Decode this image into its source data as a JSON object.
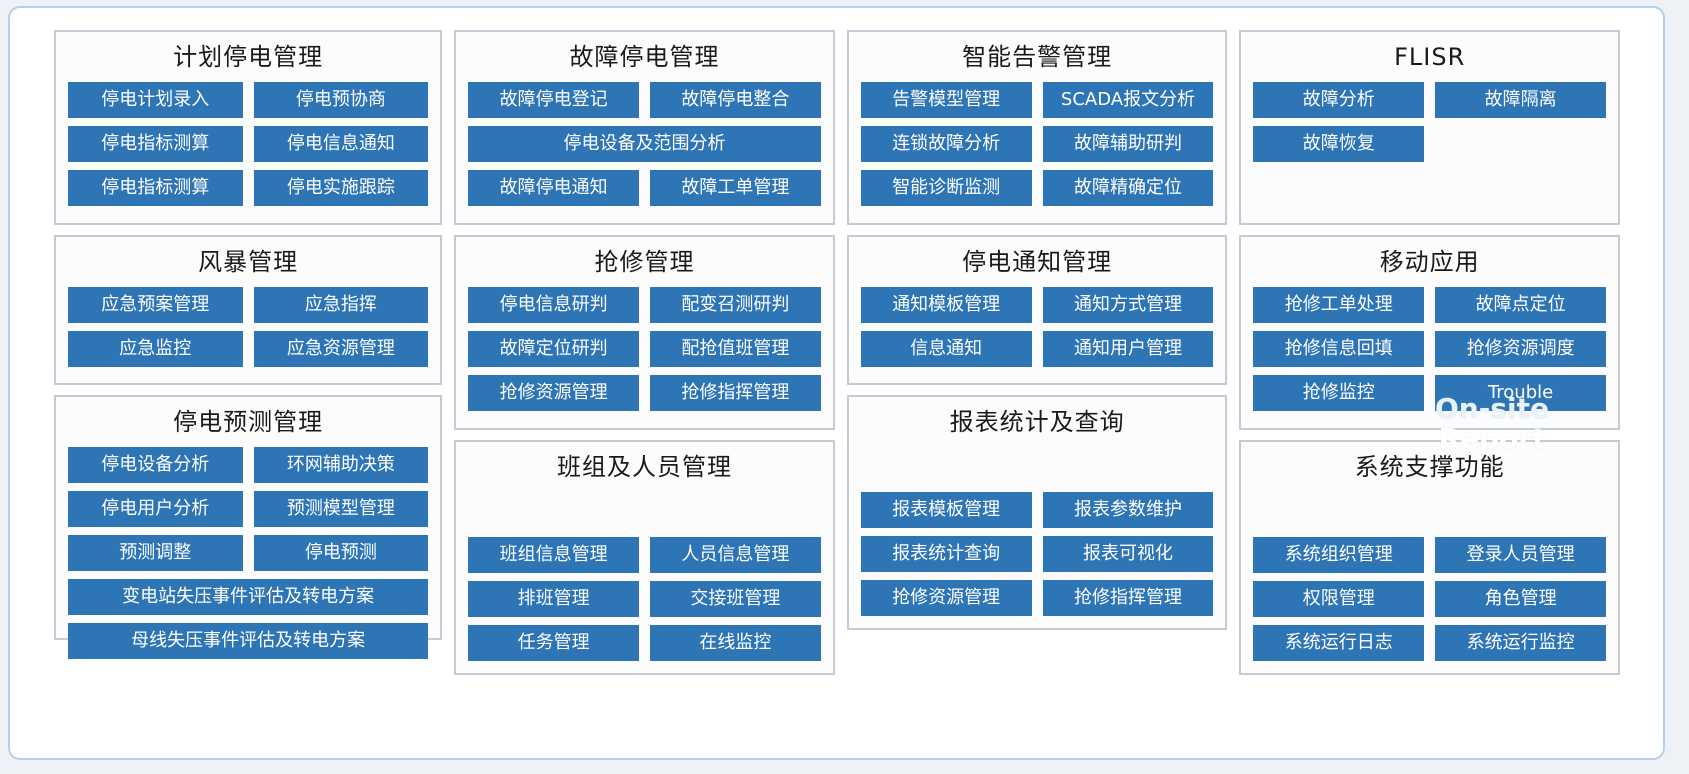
{
  "watermark": {
    "line1": "On-site",
    "line2": "Trouble",
    "line3": "Report"
  },
  "colors": {
    "button": "#2e75b6",
    "panel_border": "#c3cbd6",
    "outer_border": "#b4d0ea",
    "page_background": "#eef1f5"
  },
  "columns": [
    {
      "panels": [
        {
          "title": "计划停电管理",
          "rows": [
            [
              "停电计划录入",
              "停电预协商"
            ],
            [
              "停电指标测算",
              "停电信息通知"
            ],
            [
              "停电指标测算",
              "停电实施跟踪"
            ]
          ]
        },
        {
          "title": "风暴管理",
          "rows": [
            [
              "应急预案管理",
              "应急指挥"
            ],
            [
              "应急监控",
              "应急资源管理"
            ]
          ]
        },
        {
          "title": "停电预测管理",
          "rows": [
            [
              "停电设备分析",
              "环网辅助决策"
            ],
            [
              "停电用户分析",
              "预测模型管理"
            ],
            [
              "预测调整",
              "停电预测"
            ],
            [
              "变电站失压事件评估及转电方案"
            ],
            [
              "母线失压事件评估及转电方案"
            ]
          ]
        }
      ]
    },
    {
      "panels": [
        {
          "title": "故障停电管理",
          "rows": [
            [
              "故障停电登记",
              "故障停电整合"
            ],
            [
              "停电设备及范围分析"
            ],
            [
              "故障停电通知",
              "故障工单管理"
            ]
          ]
        },
        {
          "title": "抢修管理",
          "rows": [
            [
              "停电信息研判",
              "配变召测研判"
            ],
            [
              "故障定位研判",
              "配抢值班管理"
            ],
            [
              "抢修资源管理",
              "抢修指挥管理"
            ]
          ]
        },
        {
          "title": "班组及人员管理",
          "rows": [
            [
              "班组信息管理",
              "人员信息管理"
            ],
            [
              "排班管理",
              "交接班管理"
            ],
            [
              "任务管理",
              "在线监控"
            ]
          ]
        }
      ]
    },
    {
      "panels": [
        {
          "title": "智能告警管理",
          "rows": [
            [
              "告警模型管理",
              "SCADA报文分析"
            ],
            [
              "连锁故障分析",
              "故障辅助研判"
            ],
            [
              "智能诊断监测",
              "故障精确定位"
            ]
          ]
        },
        {
          "title": "停电通知管理",
          "rows": [
            [
              "通知模板管理",
              "通知方式管理"
            ],
            [
              "信息通知",
              "通知用户管理"
            ]
          ]
        },
        {
          "title": "报表统计及查询",
          "rows": [
            [
              "报表模板管理",
              "报表参数维护"
            ],
            [
              "报表统计查询",
              "报表可视化"
            ],
            [
              "抢修资源管理",
              "抢修指挥管理"
            ]
          ]
        }
      ]
    },
    {
      "panels": [
        {
          "title": "FLISR",
          "rows": [
            [
              "故障分析",
              "故障隔离"
            ],
            [
              "故障恢复",
              ""
            ]
          ]
        },
        {
          "title": "移动应用",
          "rows": [
            [
              "抢修工单处理",
              "故障点定位"
            ],
            [
              "抢修信息回填",
              "抢修资源调度"
            ],
            [
              "抢修监控",
              "Trouble"
            ]
          ]
        },
        {
          "title": "系统支撑功能",
          "rows": [
            [
              "系统组织管理",
              "登录人员管理"
            ],
            [
              "权限管理",
              "角色管理"
            ],
            [
              "系统运行日志",
              "系统运行监控"
            ]
          ]
        }
      ]
    }
  ]
}
